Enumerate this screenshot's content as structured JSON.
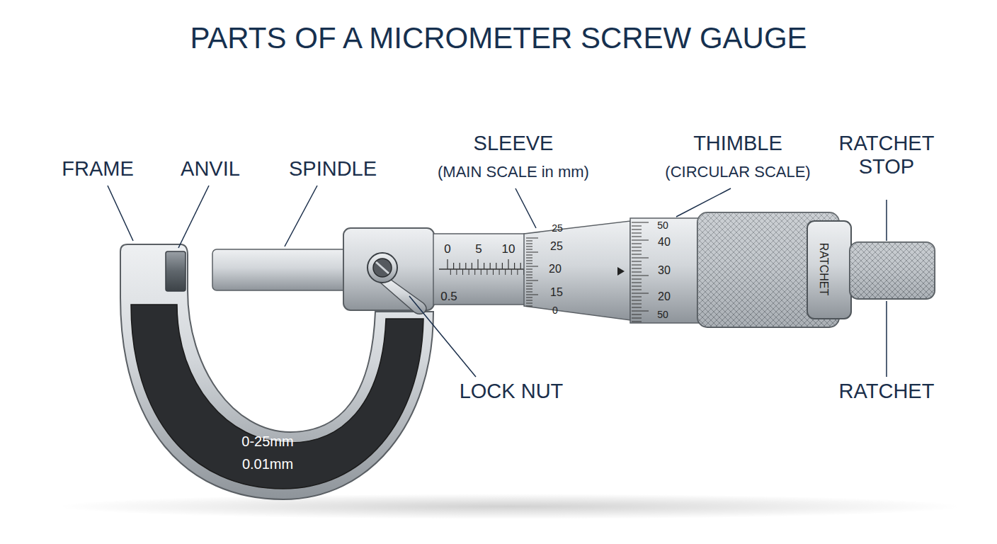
{
  "diagram": {
    "title": "PARTS OF A MICROMETER SCREW GAUGE",
    "labels": [
      "FRAME",
      "ANVIL",
      "SPINDLE",
      "SLEEVE",
      "(MAIN SCALE in mm)",
      "THIMBLE",
      "(CIRCULAR SCALE)",
      "RATCHET STOP",
      "LOCK NUT",
      "RATCHET",
      "RATCHET",
      "0-25mm",
      "0.01mm",
      "0",
      "5",
      "10",
      "0.5",
      "25",
      "25",
      "20",
      "15",
      "0",
      "50",
      "40",
      "30",
      "20",
      "50"
    ]
  }
}
